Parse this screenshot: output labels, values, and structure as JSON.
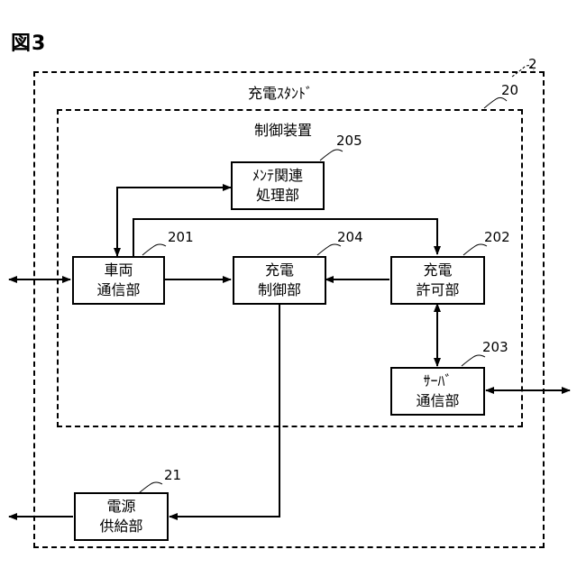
{
  "figure": {
    "title": "図3"
  },
  "outer": {
    "label": "充電ｽﾀﾝﾄﾞ",
    "ref": "2"
  },
  "inner": {
    "label": "制御装置",
    "ref": "20"
  },
  "blocks": {
    "maint": {
      "line1": "ﾒﾝﾃ関連",
      "line2": "処理部",
      "ref": "205"
    },
    "vehicle": {
      "line1": "車両",
      "line2": "通信部",
      "ref": "201"
    },
    "charge_ctrl": {
      "line1": "充電",
      "line2": "制御部",
      "ref": "204"
    },
    "charge_permit": {
      "line1": "充電",
      "line2": "許可部",
      "ref": "202"
    },
    "server": {
      "line1": "ｻｰﾊﾞ",
      "line2": "通信部",
      "ref": "203"
    },
    "power": {
      "line1": "電源",
      "line2": "供給部",
      "ref": "21"
    }
  }
}
